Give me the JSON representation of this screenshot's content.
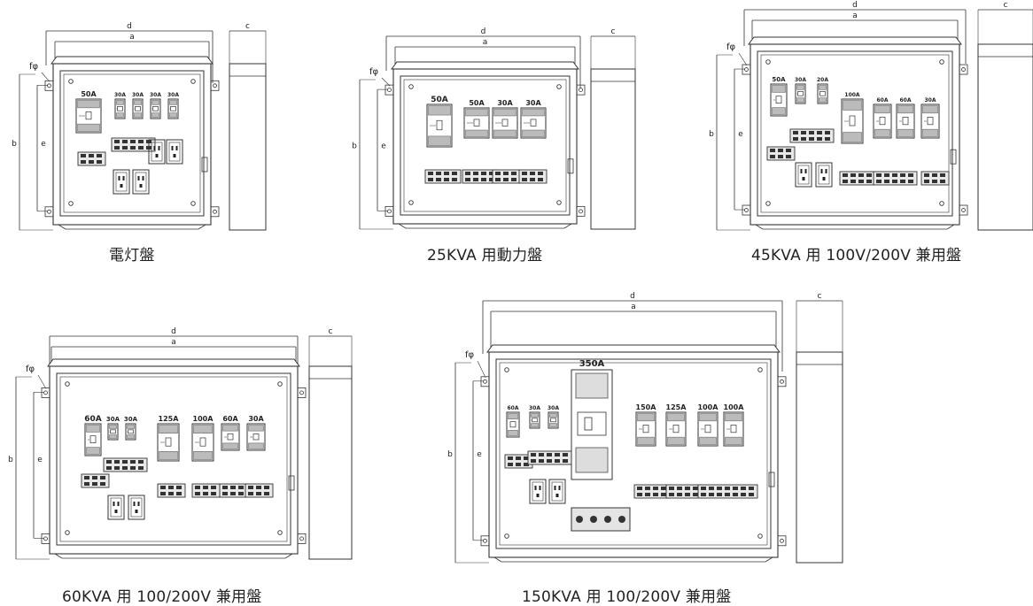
{
  "dimension_labels": {
    "d": "d",
    "a": "a",
    "c": "c",
    "b": "b",
    "e": "e",
    "f": "fφ"
  },
  "panels": [
    {
      "id": "dentoban",
      "caption": "電灯盤",
      "breaker_labels": [
        "50A",
        "30A",
        "30A",
        "30A",
        "30A"
      ]
    },
    {
      "id": "kva25",
      "caption": "25KVA 用動力盤",
      "breaker_labels": [
        "50A",
        "50A",
        "30A",
        "30A"
      ]
    },
    {
      "id": "kva45",
      "caption": "45KVA 用 100V/200V 兼用盤",
      "breaker_labels": [
        "50A",
        "30A",
        "20A",
        "100A",
        "60A",
        "60A",
        "30A"
      ]
    },
    {
      "id": "kva60",
      "caption": "60KVA 用 100/200V 兼用盤",
      "breaker_labels": [
        "60A",
        "30A",
        "30A",
        "125A",
        "100A",
        "60A",
        "30A"
      ]
    },
    {
      "id": "kva150",
      "caption": "150KVA 用 100/200V 兼用盤",
      "breaker_labels": [
        "350A",
        "60A",
        "30A",
        "30A",
        "150A",
        "125A",
        "100A",
        "100A"
      ]
    }
  ]
}
